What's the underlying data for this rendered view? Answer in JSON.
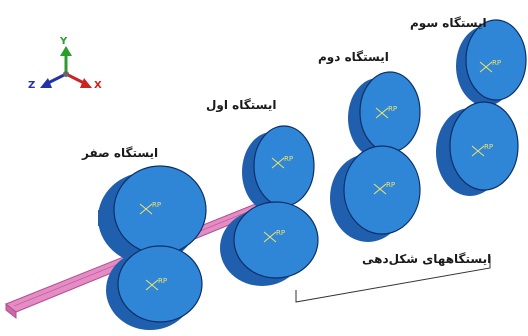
{
  "labels": {
    "station_zero": "ایستگاه صفر",
    "station_one": "ایستگاه اول",
    "station_two": "ایستگاه دوم",
    "station_three": "ایستگاه سوم",
    "forming_stations": "ایستگاههای شکل‌دهی"
  },
  "axes": {
    "y": "Y",
    "z": "Z",
    "x": "X"
  },
  "reference_point_label": "RP",
  "colors": {
    "roll_face": "#2f86d6",
    "roll_side": "#1f5fae",
    "roll_edge": "#0d2f66",
    "strip": "#e58cc4",
    "strip_edge": "#b04f92",
    "y_axis": "#2a9d2a",
    "x_axis": "#cc2222",
    "z_axis": "#2233aa",
    "bracket": "#333333",
    "marker": "#f1e36a"
  }
}
